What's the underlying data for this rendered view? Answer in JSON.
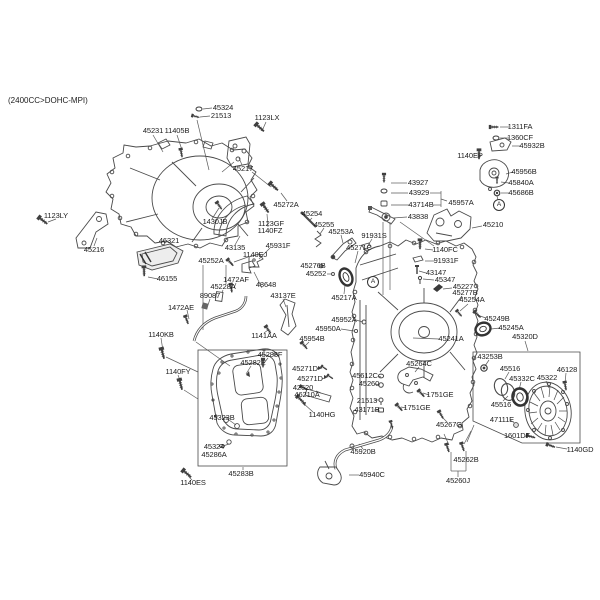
{
  "header": {
    "variant": "(2400CC>DOHC-MPI)"
  },
  "callouts": {
    "a": "A"
  },
  "part_labels": [
    "45324",
    "21513",
    "1123LX",
    "45231",
    "11405B",
    "45217",
    "45272A",
    "1123LY",
    "45216",
    "1430JB",
    "1123GF",
    "1140FZ",
    "43135",
    "46321",
    "46155",
    "45931F",
    "1140EJ",
    "45252A",
    "1472AF",
    "45228A",
    "89087",
    "1472AE",
    "48648",
    "43137E",
    "1141AA",
    "1140KB",
    "1140FY",
    "45283F",
    "45282E",
    "45323B",
    "45324",
    "45286A",
    "45283B",
    "1140ES",
    "45254",
    "45255",
    "45253A",
    "91931S",
    "45271C",
    "43927",
    "43929",
    "43714B",
    "45957A",
    "43838",
    "45210",
    "1311FA",
    "1360CF",
    "45932B",
    "1140EP",
    "45956B",
    "45840A",
    "45686B",
    "1140FC",
    "91931F",
    "43147",
    "45347",
    "45227",
    "45277B",
    "45254A",
    "45276B",
    "45252",
    "45217A",
    "45249B",
    "45245A",
    "45320D",
    "45952A",
    "45950A",
    "45954B",
    "45241A",
    "45264C",
    "45612C",
    "45260",
    "21513",
    "43171B",
    "1751GE",
    "1751GE",
    "45267G",
    "45271D",
    "45271D",
    "42620",
    "46210A",
    "1140HG",
    "45920B",
    "45940C",
    "45262B",
    "45260J",
    "43253B",
    "45516",
    "45332C",
    "45322",
    "46128",
    "45516",
    "47111E",
    "1601DF",
    "1140GD"
  ]
}
